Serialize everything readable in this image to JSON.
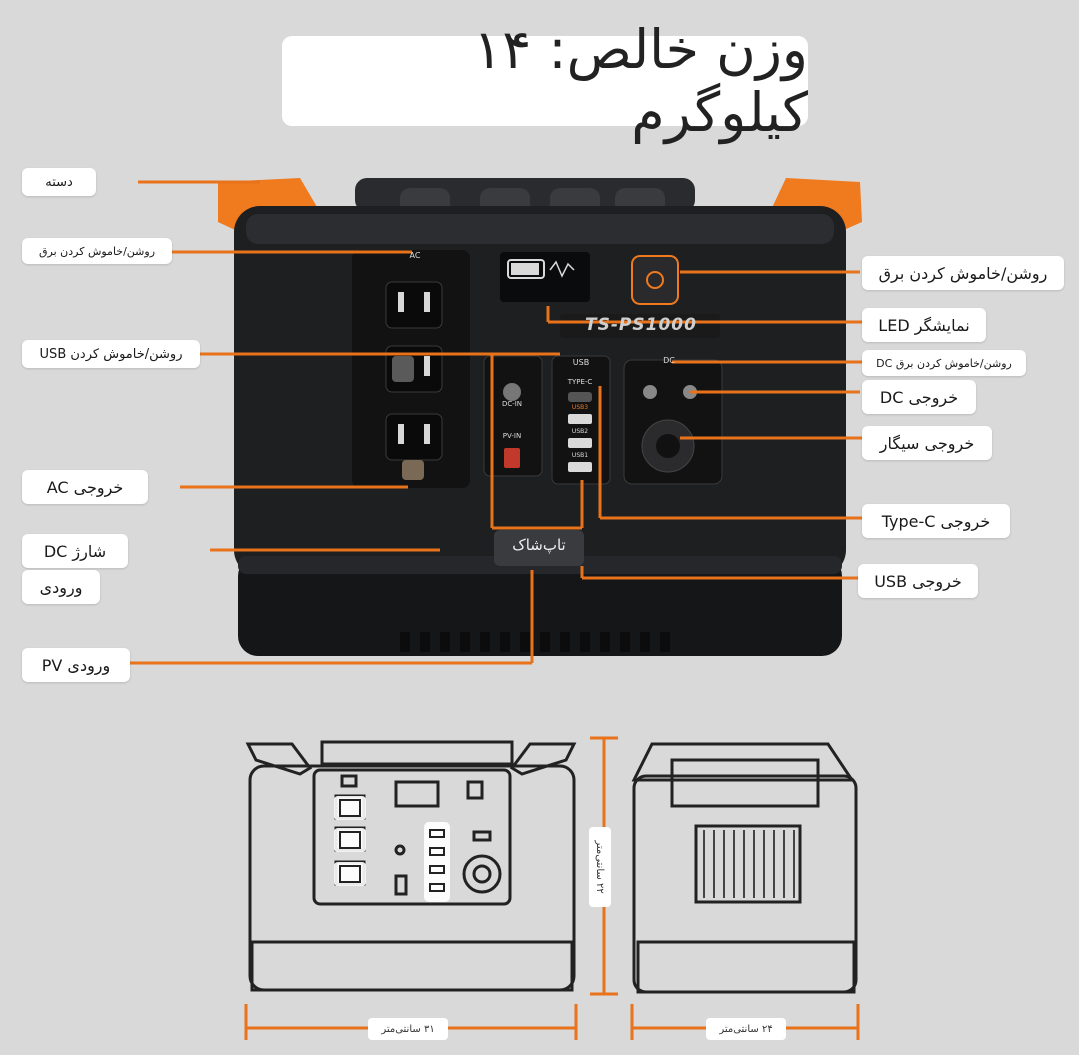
{
  "title": "وزن خالص: ۱۴ کیلوگرم",
  "model": "TS-PS1000",
  "brand_badge": "تاپ‌شاک",
  "panel_tags": {
    "ac": "AC",
    "usb": "USB",
    "dc": "DC",
    "dc_in": "DC-IN",
    "pv_in": "PV-IN",
    "type_c": "TYPE-C",
    "usb3": "USB3",
    "usb2": "USB2",
    "usb1": "USB1"
  },
  "labels": {
    "handle": "دسته",
    "ac_power": "روشن/خاموش کردن برق",
    "usb_power": "روشن/خاموش کردن USB",
    "ac_out": "خروجی AC",
    "dc_charge": "شارژ DC",
    "dc_input": "ورودی",
    "pv_input": "ورودی PV",
    "main_power": "روشن/خاموش کردن برق",
    "led": "نمایشگر LED",
    "dc_power": "روشن/خاموش کردن برق DC",
    "dc_out": "خروجی DC",
    "cigar_out": "خروجی سیگار",
    "typec_out": "خروجی Type-C",
    "usb_out": "خروجی USB"
  },
  "dimensions": {
    "height": "۲۲ سانتی‌متر",
    "length": "۳۱ سانتی‌متر",
    "width": "۲۴ سانتی‌متر"
  },
  "colors": {
    "accent_orange": "#f07a1e",
    "body_dark": "#1e1f21",
    "panel": "#141414",
    "background": "#d9d9d9",
    "leader_line": "#e8731a"
  }
}
